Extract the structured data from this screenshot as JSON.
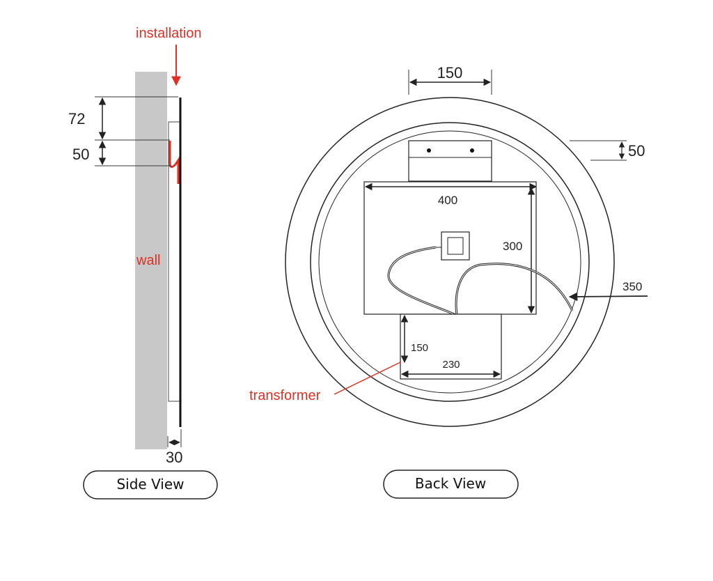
{
  "side_view": {
    "label_installation": "installation",
    "label_wall": "wall",
    "dim_72": "72",
    "dim_50": "50",
    "dim_30": "30",
    "caption": "Side View"
  },
  "back_view": {
    "dim_150_top": "150",
    "dim_50_right": "50",
    "dim_400": "400",
    "dim_300": "300",
    "dim_350": "350",
    "dim_150_transformer": "150",
    "dim_230": "230",
    "label_transformer": "transformer",
    "caption": "Back View"
  },
  "colors": {
    "annotation_red": "#e03025",
    "wall_gray": "#c8c8c8",
    "line": "#222222"
  }
}
